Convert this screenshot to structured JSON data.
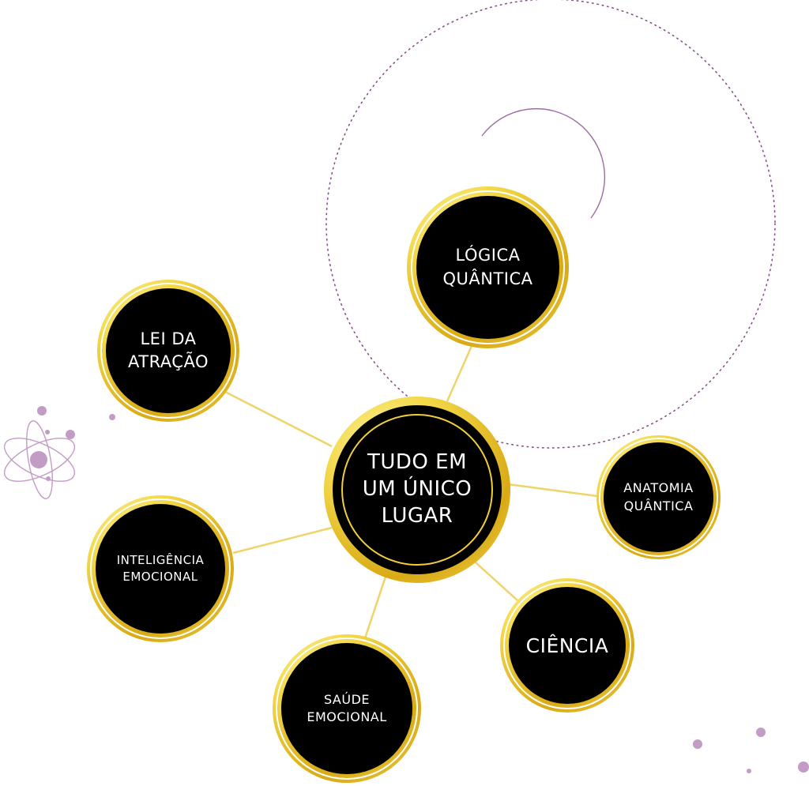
{
  "diagram": {
    "center": {
      "label": "TUDO EM\nUM ÚNICO\nLUGAR"
    },
    "nodes": [
      {
        "id": "logica-quantica",
        "label": "LÓGICA\nQUÂNTICA"
      },
      {
        "id": "lei-da-atracao",
        "label": "LEI DA\nATRAÇÃO"
      },
      {
        "id": "anatomia-quantica",
        "label": "ANATOMIA\nQUÂNTICA"
      },
      {
        "id": "inteligencia-emocional",
        "label": "INTELIGÊNCIA\nEMOCIONAL"
      },
      {
        "id": "ciencia",
        "label": "CIÊNCIA"
      },
      {
        "id": "saude-emocional",
        "label": "SAÚDE\nEMOCIONAL"
      }
    ]
  },
  "colors": {
    "gold": "#f0cf3a",
    "connector": "#eed46a",
    "node_fill": "#000000",
    "accent_purple": "#8a4f8c",
    "dot_purple": "#c39cc6"
  },
  "icons": [
    "atom-icon"
  ]
}
